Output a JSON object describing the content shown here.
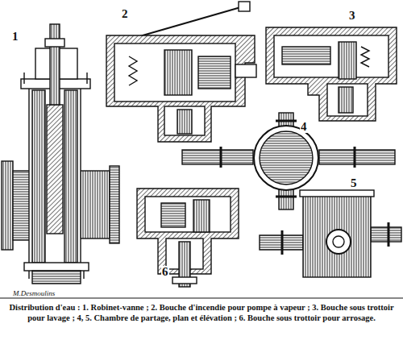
{
  "diagram": {
    "caption": "Distribution d'eau : 1. Robinet-vanne ; 2. Bouche d'incendie pour pompe à vapeur ; 3. Bouche sous trottoir pour lavage ; 4, 5. Chambre de partage, plan et élévation ; 6. Bouche sous trottoir pour arrosage.",
    "labels": [
      "1",
      "2",
      "3",
      "4",
      "5",
      "6",
      "M.Desmoulins"
    ]
  }
}
